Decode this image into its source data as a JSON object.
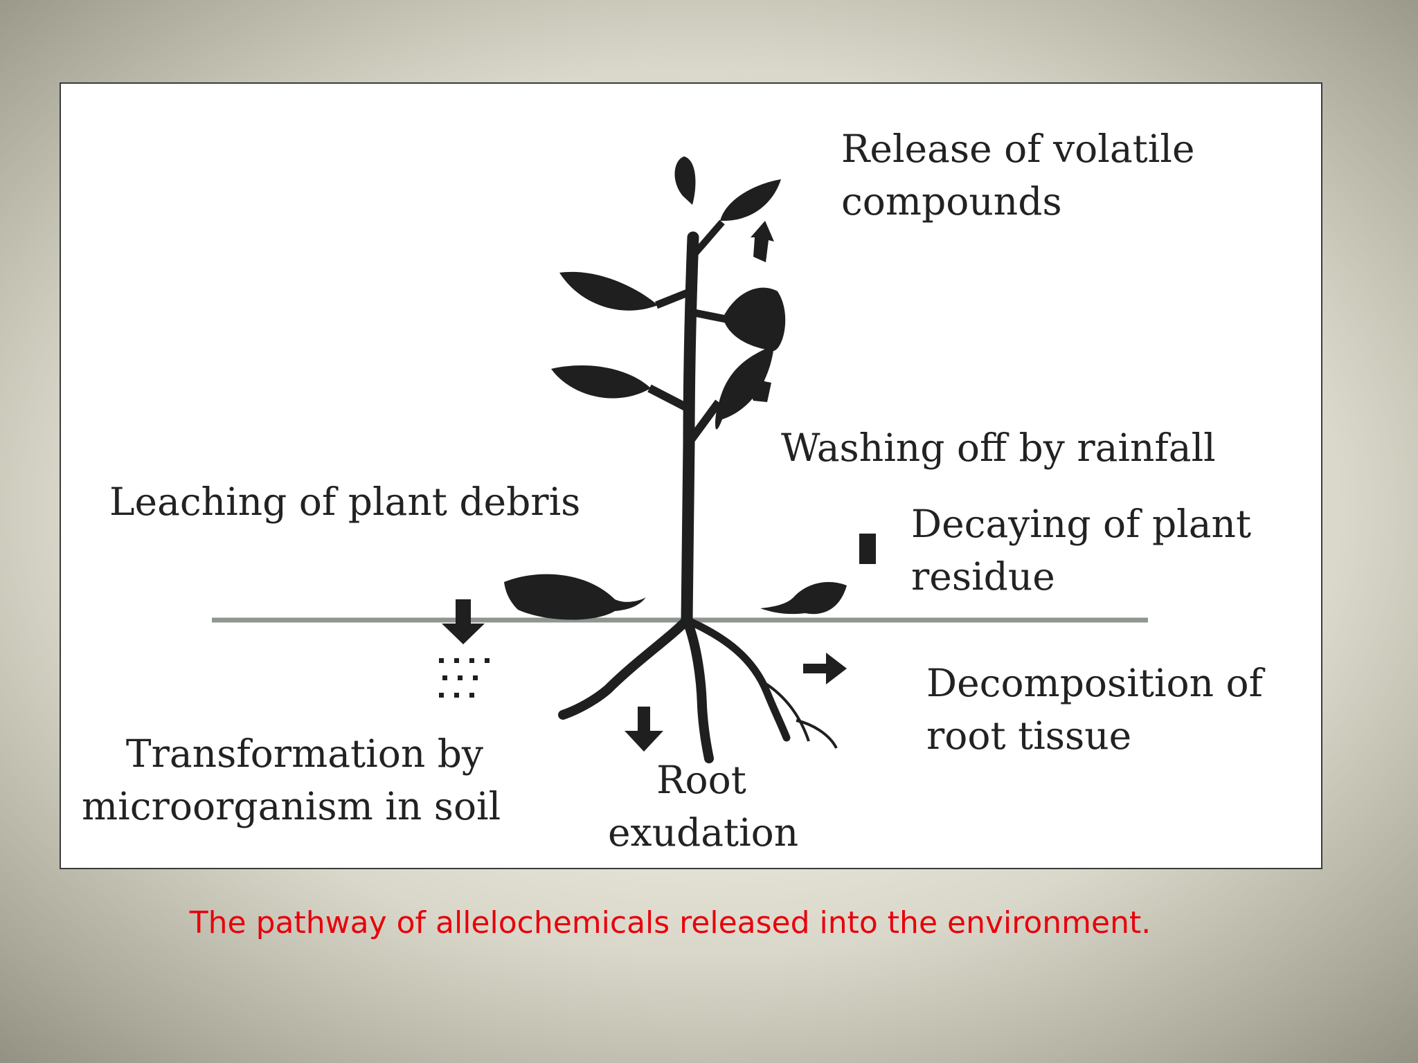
{
  "diagram": {
    "labels": {
      "volatile": [
        "Release of volatile",
        "compounds"
      ],
      "rainfall": "Washing off by rainfall",
      "leaching": "Leaching of plant debris",
      "decaying": [
        "Decaying of plant",
        "residue"
      ],
      "decomposition": [
        "Decomposition of",
        "root tissue"
      ],
      "transformation": [
        "Transformation by",
        "microorganism in soil"
      ],
      "root_exudation": [
        "Root",
        "exudation"
      ]
    },
    "colors": {
      "ink": "#1f1f1f",
      "ground_line": "#8f9690",
      "frame_border": "#3a3a3a"
    }
  },
  "caption": "The pathway of allelochemicals released into the environment."
}
